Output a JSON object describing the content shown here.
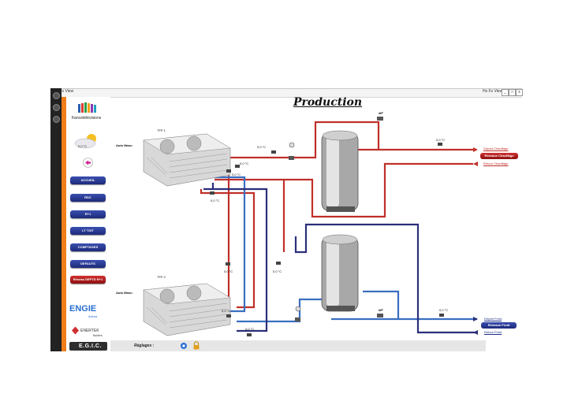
{
  "window": {
    "title": "Hs Fs View",
    "tab_title": "Hs Fs View",
    "btn_min": "_",
    "btn_max": "□",
    "btn_close": "x"
  },
  "sidebar": {
    "ftv_logo": "francetélévisions",
    "weather_temp": "0,0 °C",
    "nav": [
      {
        "label": "ACCUEIL"
      },
      {
        "label": "RDC"
      },
      {
        "label": "R+1"
      },
      {
        "label": "LT TOIT"
      },
      {
        "label": "COMPTAGES"
      },
      {
        "label": "DEFAUTS"
      },
      {
        "label": "Réseau DEPTD R+1"
      }
    ],
    "engie": "ENGIE",
    "engie_sub": "Axima",
    "enertek": "ENERTEK",
    "enertek_sub": "fluides",
    "egic": "E.G.I.C."
  },
  "main": {
    "title": "Production",
    "tfp1_label": "TFP 1",
    "tfp2_label": "TFP 2",
    "auto_manu_1": "Auto Manu",
    "auto_manu_2": "Auto Manu",
    "temps": {
      "t1": "0,0 °C",
      "t2": "0,0 °C",
      "t3": "0,0 °C",
      "t4": "0,0 °C",
      "t5": "0,0 °C",
      "t6": "0,0 °C",
      "t7": "0,0 °C",
      "t8": "0,0 °C",
      "t9": "0,0 °C",
      "t10": "0,0 °C"
    },
    "hot": {
      "depart": "Départ Chauffage",
      "reseau": "Réseaux Chauffage",
      "retour": "Retour Chauffage"
    },
    "cold": {
      "depart": "Départ Froid",
      "reseau": "Réseaux Froid",
      "retour": "Retour Froid"
    },
    "valve_label_1": "MF",
    "valve_label_2": "MF",
    "reglages": "Réglages :"
  },
  "colors": {
    "hot": "#c0302a",
    "cold": "#3a6fc0",
    "navy": "#2a2f7a",
    "orange": "#f07e1a"
  }
}
